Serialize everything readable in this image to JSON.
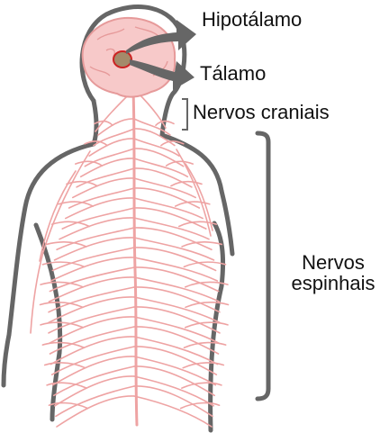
{
  "labels": {
    "hypothalamus": "Hipotálamo",
    "thalamus": "Tálamo",
    "cranial_nerves": "Nervos craniais",
    "spinal_nerves_line1": "Nervos",
    "spinal_nerves_line2": "espinhais"
  },
  "colors": {
    "body_outline": "#666666",
    "brain_fill": "#f7c9c9",
    "brain_outline": "#e69a9a",
    "thalamus_fill": "#a48a6a",
    "thalamus_ring": "#cc2222",
    "nerves": "#eea3a3",
    "arrows": "#666666",
    "brackets": "#666666",
    "text": "#111111"
  }
}
